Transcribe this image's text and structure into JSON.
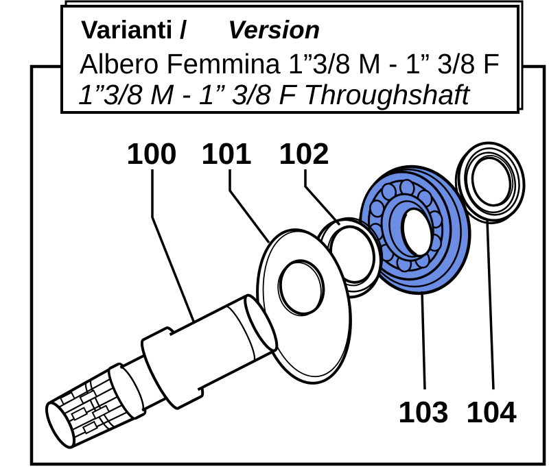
{
  "title_box": {
    "line1_main": "Varianti  /",
    "line1_version": "Version",
    "line2": "Albero Femmina  1”3/8 M - 1” 3/8 F",
    "line3": "1”3/8 M - 1” 3/8 F   Throughshaft"
  },
  "parts": {
    "labels": [
      "100",
      "101",
      "102",
      "103",
      "104"
    ],
    "highlighted_label": "103",
    "highlight_color": "#6C8DE4",
    "line_color": "#000000"
  }
}
